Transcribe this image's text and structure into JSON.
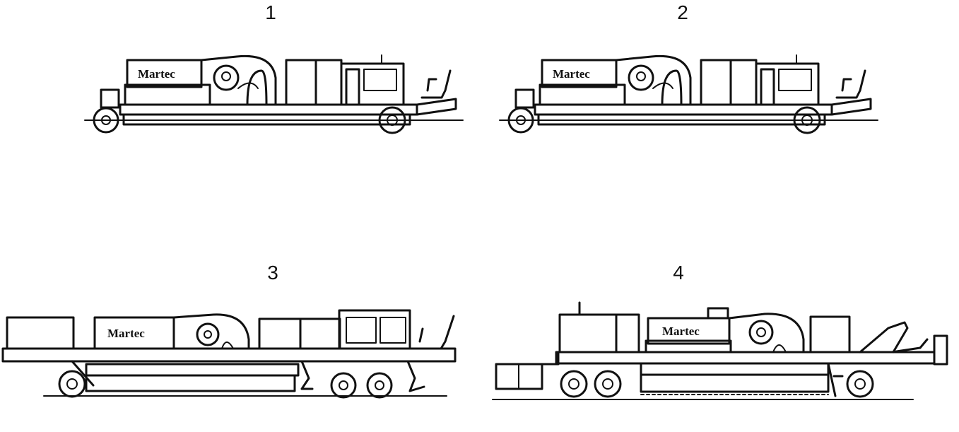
{
  "panels": [
    {
      "label": "1"
    },
    {
      "label": "2"
    },
    {
      "label": "3"
    },
    {
      "label": "4"
    }
  ],
  "logo_text": "Martec"
}
